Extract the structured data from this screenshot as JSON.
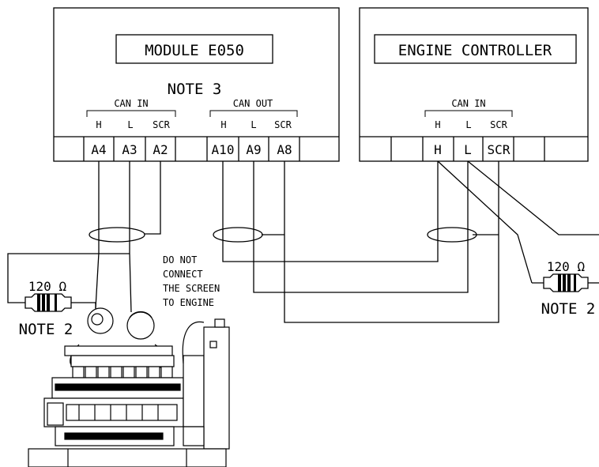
{
  "module": {
    "title": "MODULE E050",
    "note": "NOTE 3",
    "can_in": {
      "label": "CAN IN",
      "pins": [
        {
          "label": "H",
          "terminal": "A4"
        },
        {
          "label": "L",
          "terminal": "A3"
        },
        {
          "label": "SCR",
          "terminal": "A2"
        }
      ]
    },
    "can_out": {
      "label": "CAN OUT",
      "pins": [
        {
          "label": "H",
          "terminal": "A10"
        },
        {
          "label": "L",
          "terminal": "A9"
        },
        {
          "label": "SCR",
          "terminal": "A8"
        }
      ]
    }
  },
  "engine_controller": {
    "title": "ENGINE CONTROLLER",
    "can_in": {
      "label": "CAN IN",
      "pins": [
        {
          "label": "H",
          "terminal": "H"
        },
        {
          "label": "L",
          "terminal": "L"
        },
        {
          "label": "SCR",
          "terminal": "SCR"
        }
      ]
    }
  },
  "left_resistor": {
    "value": "120 Ω",
    "note": "NOTE 2"
  },
  "right_resistor": {
    "value": "120 Ω",
    "note": "NOTE 2"
  },
  "warning": {
    "lines": [
      "DO NOT",
      "CONNECT",
      "THE SCREEN",
      "TO ENGINE"
    ]
  }
}
